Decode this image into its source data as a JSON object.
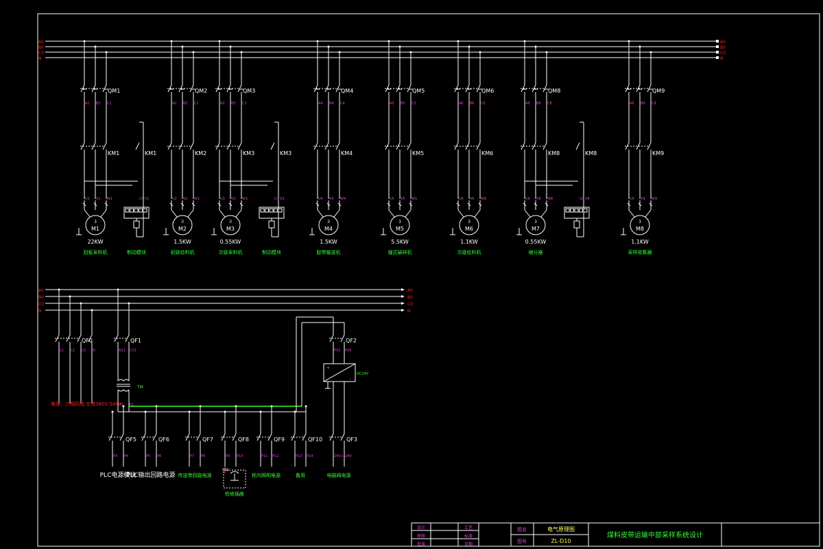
{
  "upper": {
    "bus_labels_left": [
      "A0",
      "B0",
      "C0",
      "N"
    ],
    "bus_labels_right": [
      "A0",
      "B0",
      "C0",
      "N"
    ],
    "units": [
      {
        "qm": "QM1",
        "terms1": [
          "A1",
          "B1",
          "C1"
        ],
        "km": "KM1",
        "terms2": [
          "U1",
          "V1",
          "W1"
        ],
        "motor": "M1",
        "power": "22KW",
        "name": "刮板采料机",
        "brake": true,
        "brake_km": "KM1",
        "brake_terms": [
          "U1",
          "V1"
        ],
        "brake_name": "制动模块"
      },
      {
        "qm": "QM2",
        "terms1": [
          "A2",
          "B2",
          "C2"
        ],
        "km": "KM2",
        "terms2": [
          "U2",
          "V2",
          "W2"
        ],
        "motor": "M2",
        "power": "1.5KW",
        "name": "初级给料机",
        "brake": false
      },
      {
        "qm": "QM3",
        "terms1": [
          "A3",
          "B3",
          "C3"
        ],
        "km": "KM3",
        "terms2": [
          "U3",
          "V3",
          "W3"
        ],
        "motor": "M3",
        "power": "0.55KW",
        "name": "次级采料机",
        "brake": true,
        "brake_km": "KM3",
        "brake_terms": [
          "U3",
          "V3"
        ],
        "brake_name": "制动模块"
      },
      {
        "qm": "QM4",
        "terms1": [
          "A4",
          "B4",
          "C4"
        ],
        "km": "KM4",
        "terms2": [
          "U4",
          "V4",
          "W4"
        ],
        "motor": "M4",
        "power": "1.5KW",
        "name": "胶带输送机",
        "brake": false
      },
      {
        "qm": "QM5",
        "terms1": [
          "A5",
          "B5",
          "C5"
        ],
        "km": "KM5",
        "terms2": [
          "U5",
          "V5",
          "W5"
        ],
        "motor": "M5",
        "power": "5.5KW",
        "name": "锤式破碎机",
        "brake": false
      },
      {
        "qm": "QM6",
        "terms1": [
          "A6",
          "B6",
          "C6"
        ],
        "km": "KM6",
        "terms2": [
          "U6",
          "V6",
          "W6"
        ],
        "motor": "M6",
        "power": "1.1KW",
        "name": "次级给料机",
        "brake": false
      },
      {
        "qm": "QM8",
        "terms1": [
          "A8",
          "B8",
          "C8"
        ],
        "km": "KM8",
        "terms2": [
          "U8",
          "V8",
          "W8"
        ],
        "motor": "M7",
        "power": "0.55KW",
        "name": "缩分器",
        "brake": true,
        "brake_km": "KM8",
        "brake_terms": [
          "U8",
          "V8"
        ],
        "brake_name": ""
      },
      {
        "qm": "QM9",
        "terms1": [
          "A9",
          "B9",
          "C9"
        ],
        "km": "KM9",
        "terms2": [
          "U9",
          "V9",
          "W9"
        ],
        "motor": "M8",
        "power": "1.1KW",
        "name": "采样收集器",
        "brake": false
      }
    ]
  },
  "lower": {
    "bus_labels_left": [
      "A0",
      "B0",
      "C0",
      "N"
    ],
    "bus_labels_right": [
      "A0",
      "B0",
      "C0",
      "N"
    ],
    "qf0": {
      "label": "QF0",
      "terms": [
        "L1",
        "L2",
        "L3",
        "N"
      ]
    },
    "qf1": {
      "label": "QF1",
      "terms": [
        "A11",
        "C11"
      ]
    },
    "transformer": {
      "label": "TM",
      "terms": [
        "P1",
        "P2"
      ]
    },
    "power_note": "电源：三相四线 交流380V 50Hz",
    "qf2": {
      "label": "QF2",
      "terms": [
        "P15",
        "P16"
      ]
    },
    "power_supply": {
      "label": "DC24V",
      "plus_minus": [
        "+",
        "-"
      ]
    },
    "breakers": [
      {
        "label": "QF5",
        "terms": [
          "P3",
          "P4"
        ],
        "name": "PLC电源模块"
      },
      {
        "label": "QF6",
        "terms": [
          "P5",
          "P6"
        ],
        "name": "PLC输出回路电源"
      },
      {
        "label": "QF7",
        "terms": [
          "P7",
          "P8"
        ],
        "name": "传送带回路电源"
      },
      {
        "label": "QF8",
        "terms": [
          "P9",
          "P10"
        ],
        "name": "",
        "socket": "XS1",
        "socket_name": "检修插座"
      },
      {
        "label": "QF9",
        "terms": [
          "P11",
          "P12"
        ],
        "name": "柜内照明电源"
      },
      {
        "label": "QF10",
        "terms": [
          "P13",
          "P14"
        ],
        "name": "备用"
      },
      {
        "label": "QF3",
        "terms": [
          "24V+",
          "24V-"
        ],
        "name": "电磁阀电源"
      }
    ]
  },
  "title_block": {
    "row_labels_a": [
      "设计",
      "审核",
      "批准"
    ],
    "row_labels_b": [
      "工艺",
      "标准",
      "日期"
    ],
    "drawing_name_label": "图名",
    "drawing_name": "电气原理图",
    "drawing_no_label": "图号",
    "drawing_no": "ZL-D10",
    "project_title": "煤料皮带运输中部采样系统设计"
  },
  "colors": {
    "line": "#ffffff",
    "terminal": "#e040e0",
    "green_text": "#33ff33",
    "red_text": "#ff2020",
    "frame": "#ffffff",
    "title_text": "#ffff66"
  }
}
